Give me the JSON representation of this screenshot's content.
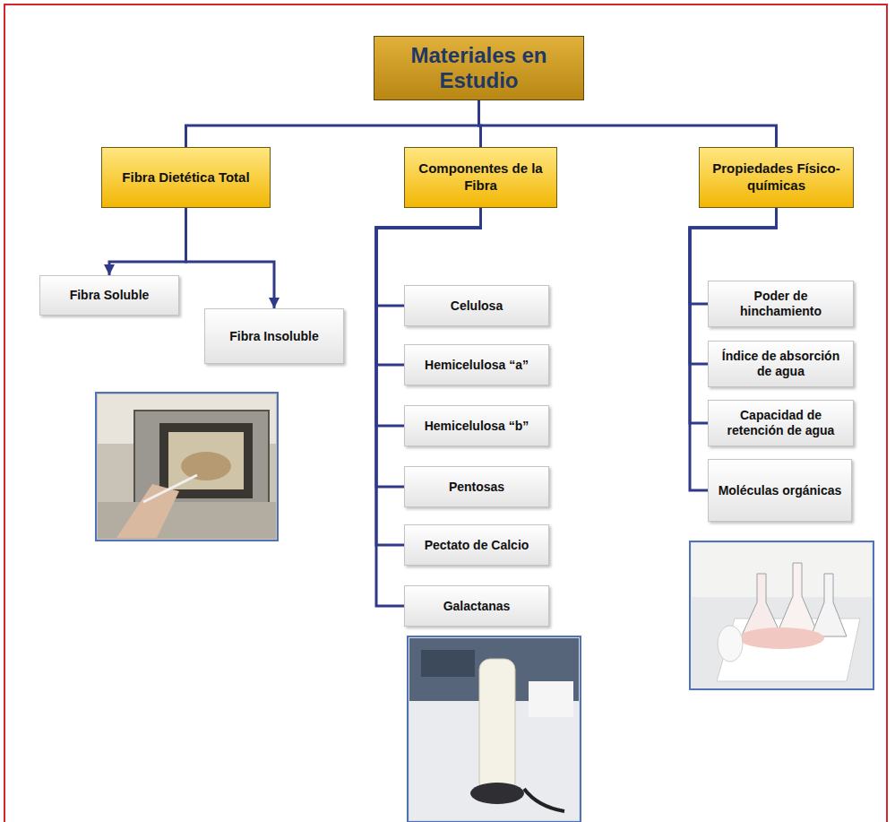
{
  "diagram": {
    "nodes": [
      {
        "text": [
          "Materiales en Estudio"
        ]
      },
      {
        "text": [
          "Fibra Dietética Total"
        ]
      },
      {
        "text": [
          "Componentes de la Fibra"
        ]
      },
      {
        "text": [
          "Propiedades Físico-químicas"
        ]
      },
      {
        "text": [
          "Fibra Soluble"
        ]
      },
      {
        "text": [
          "Fibra Insoluble"
        ]
      },
      {
        "text": [
          "Celulosa"
        ]
      },
      {
        "text": [
          "Hemicelulosa “a”"
        ]
      },
      {
        "text": [
          "Hemicelulosa “b”"
        ]
      },
      {
        "text": [
          "Pentosas"
        ]
      },
      {
        "text": [
          "Pectato de Calcio"
        ]
      },
      {
        "text": [
          "Galactanas"
        ]
      },
      {
        "text": [
          "Poder de hinchamiento"
        ]
      },
      {
        "text": [
          "Índice de absorción de agua"
        ]
      },
      {
        "text": [
          "Capacidad de retención de agua"
        ]
      },
      {
        "text": [
          "Moléculas orgánicas"
        ]
      }
    ],
    "edges": [
      {
        "from": 0,
        "to": 1,
        "arrow": "none"
      },
      {
        "from": 0,
        "to": 2,
        "arrow": "none"
      },
      {
        "from": 0,
        "to": 3,
        "arrow": "none"
      },
      {
        "from": 1,
        "to": 4,
        "arrow": "to"
      },
      {
        "from": 1,
        "to": 5,
        "arrow": "to"
      },
      {
        "from": 2,
        "to": 6,
        "arrow": "none"
      },
      {
        "from": 2,
        "to": 7,
        "arrow": "none"
      },
      {
        "from": 2,
        "to": 8,
        "arrow": "none"
      },
      {
        "from": 2,
        "to": 9,
        "arrow": "none"
      },
      {
        "from": 2,
        "to": 10,
        "arrow": "none"
      },
      {
        "from": 2,
        "to": 11,
        "arrow": "none"
      },
      {
        "from": 3,
        "to": 12,
        "arrow": "none"
      },
      {
        "from": 3,
        "to": 13,
        "arrow": "none"
      },
      {
        "from": 3,
        "to": 14,
        "arrow": "none"
      },
      {
        "from": 3,
        "to": 15,
        "arrow": "none"
      }
    ]
  }
}
